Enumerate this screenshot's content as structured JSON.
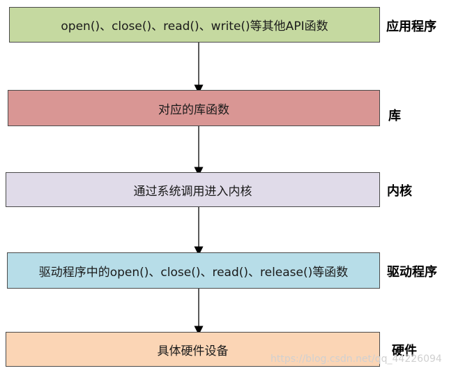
{
  "layers": [
    {
      "text": "open()、close()、read()、write()等其他API函数",
      "label": "应用程序",
      "color": "#c5d9a0"
    },
    {
      "text": "对应的库函数",
      "label": "库",
      "color": "#d99694"
    },
    {
      "text": "通过系统调用进入内核",
      "label": "内核",
      "color": "#e0dbe9"
    },
    {
      "text": "驱动程序中的open()、close()、read()、release()等函数",
      "label": "驱动程序",
      "color": "#b7dde8"
    },
    {
      "text": "具体硬件设备",
      "label": "硬件",
      "color": "#fbd5b5"
    }
  ],
  "watermark": "https://blog.csdn.net/qq_44226094"
}
